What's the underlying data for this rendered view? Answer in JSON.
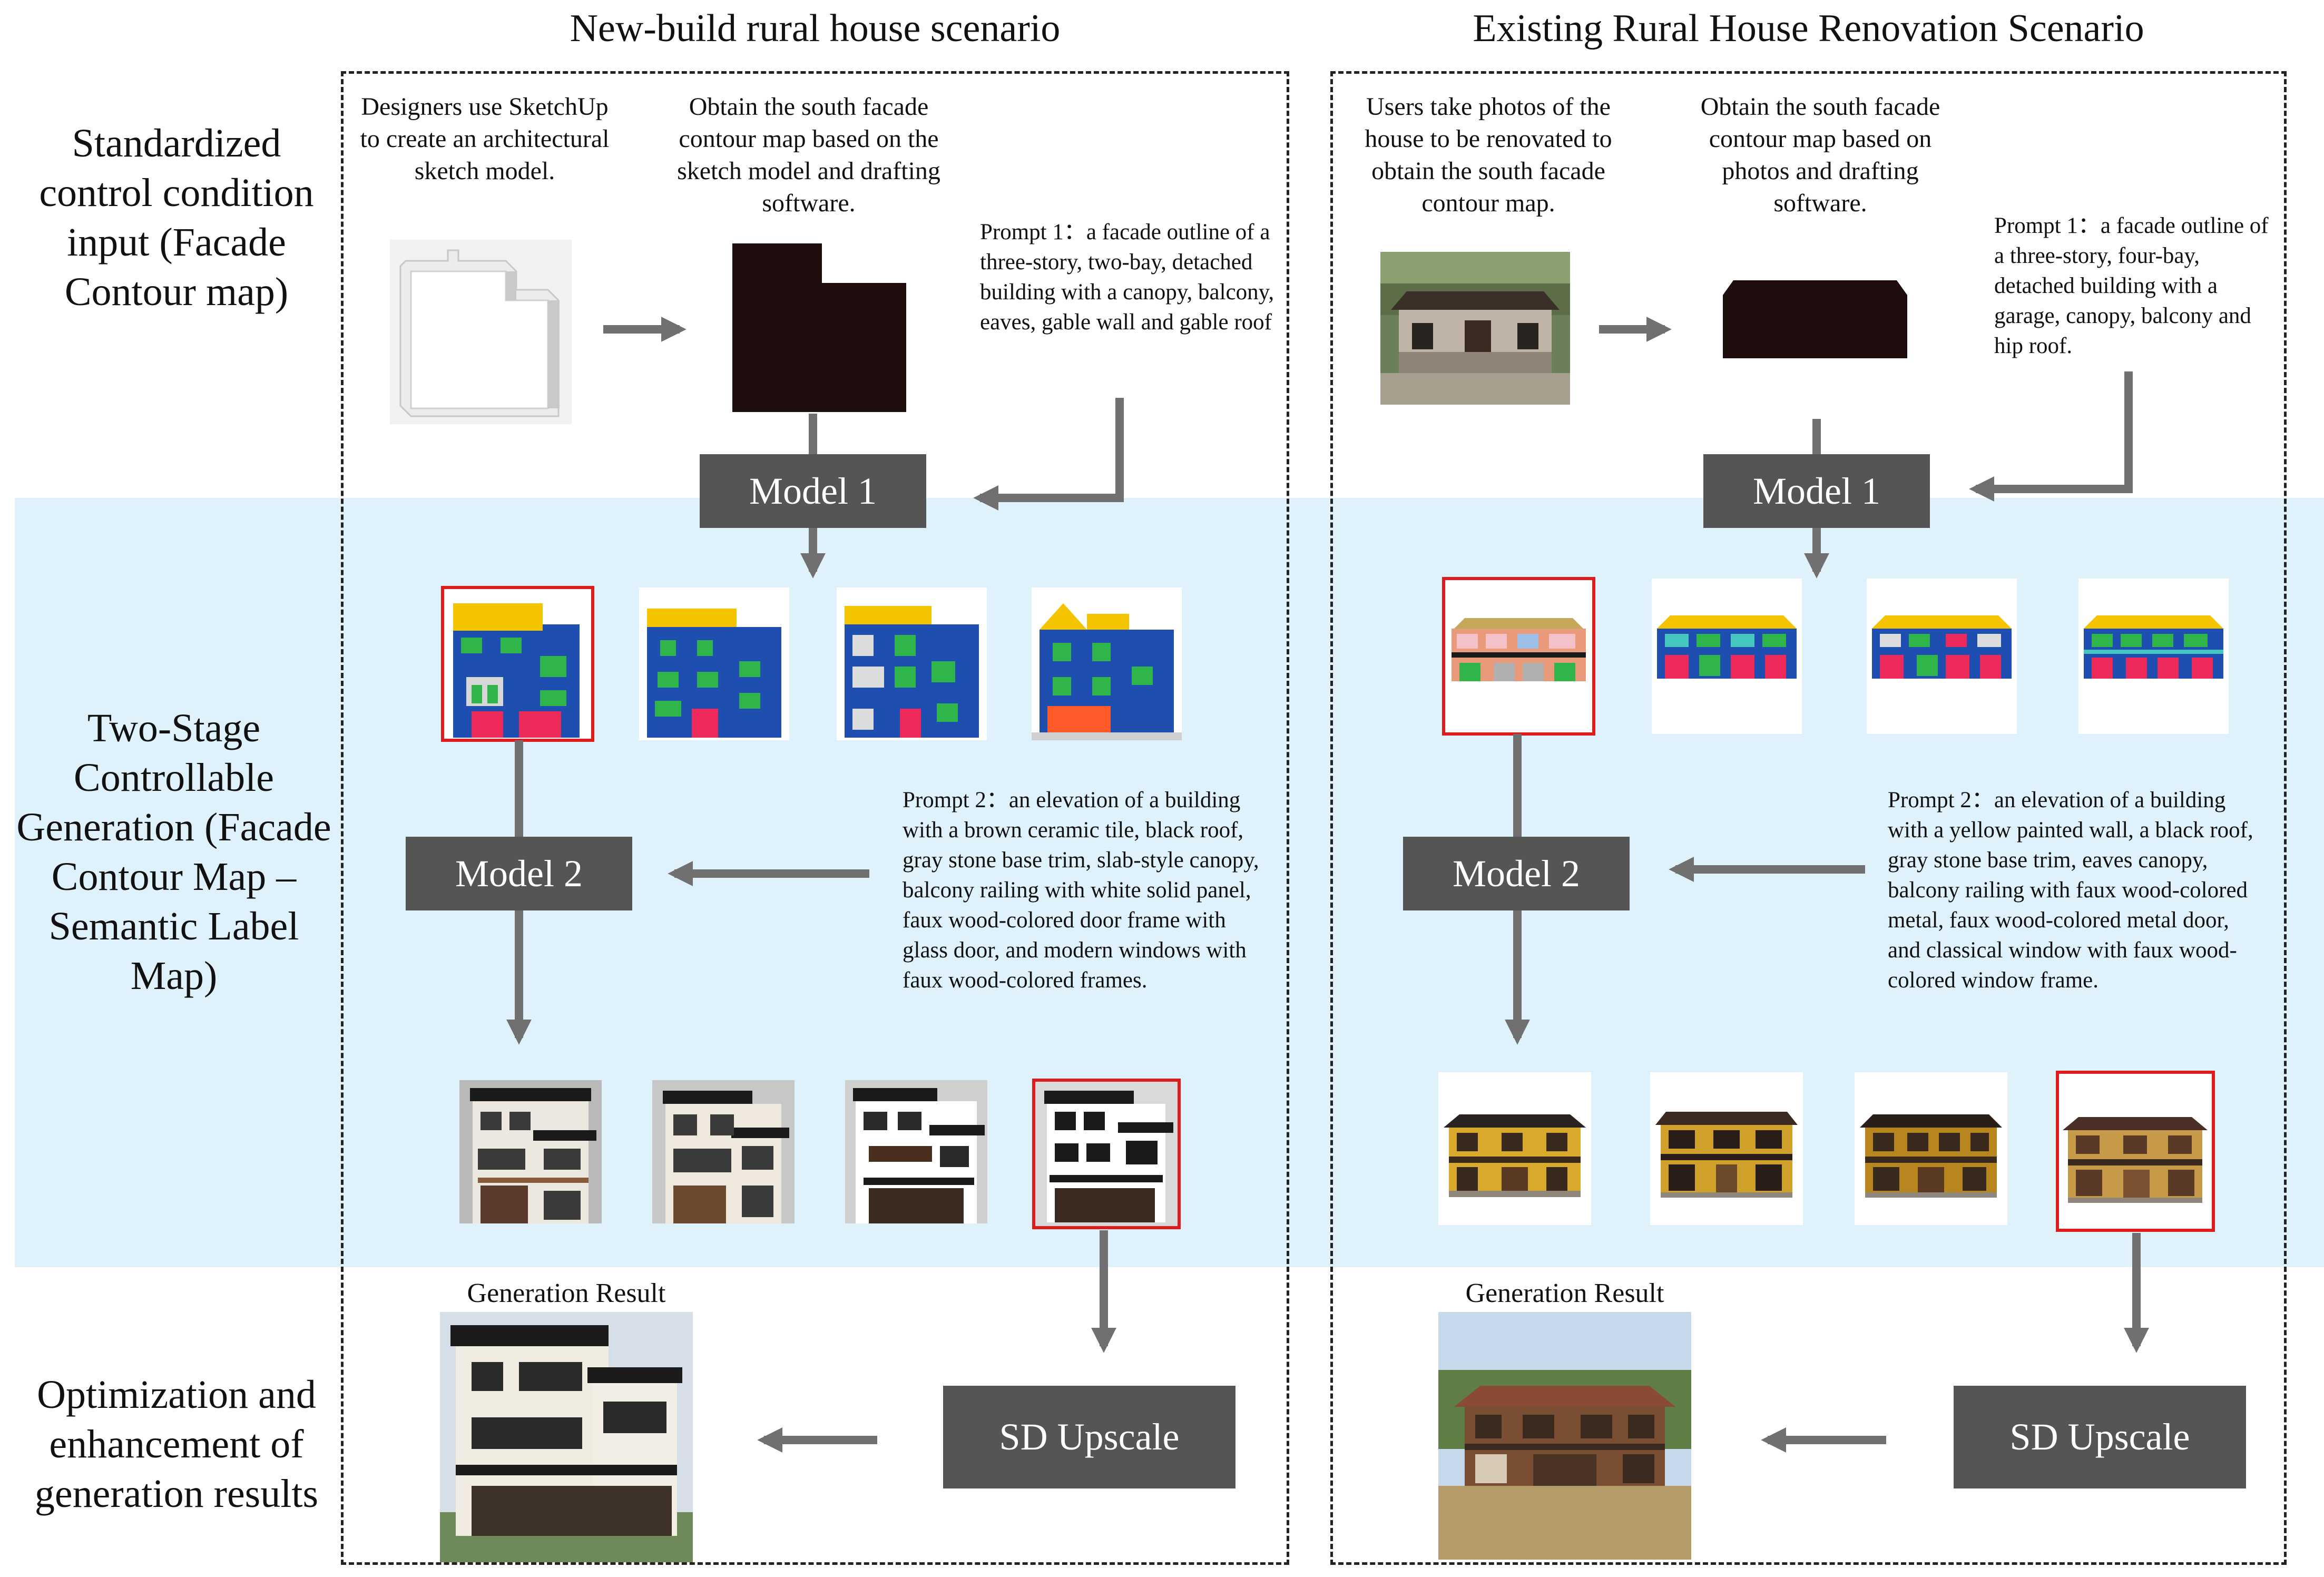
{
  "left": {
    "title": "New-build rural house scenario",
    "step1": "Designers use SketchUp to create an architectural sketch model.",
    "step2": "Obtain the south facade contour map based on the sketch model and drafting software.",
    "prompt1": "Prompt 1：a facade outline of a three-story, two-bay, detached building with a canopy, balcony, eaves, gable wall and gable roof",
    "model1": "Model 1",
    "model2": "Model 2",
    "prompt2": "Prompt 2：an elevation of a building with a brown ceramic tile, black roof, gray stone base trim, slab-style canopy, balcony railing with white solid panel, faux wood-colored door frame with glass door, and modern windows with faux wood-colored frames.",
    "upscale": "SD Upscale",
    "result": "Generation Result"
  },
  "right": {
    "title": "Existing Rural House Renovation Scenario",
    "step1": "Users take photos of the house to be renovated to obtain the south facade contour map.",
    "step2": "Obtain the south facade contour map based on photos and drafting software.",
    "prompt1": "Prompt 1：a facade outline of a three-story, four-bay, detached building with a garage, canopy, balcony and hip roof.",
    "model1": "Model 1",
    "model2": "Model 2",
    "prompt2": "Prompt 2：an elevation of a building with a yellow painted wall, a black roof, gray stone base trim, eaves canopy, balcony railing with faux wood-colored metal, faux wood-colored metal door, and classical window with faux wood-colored window frame.",
    "upscale": "SD Upscale",
    "result": "Generation Result"
  },
  "rows": {
    "row1": "Standardized control condition input (Facade Contour map)",
    "row2": "Two-Stage Controllable Generation (Facade Contour Map – Semantic Label Map)",
    "row3": "Optimization and enhancement of generation results"
  },
  "colors": {
    "band": "#dff2fb",
    "box": "#555555",
    "arrow": "#707070",
    "highlight": "#e01b1b"
  }
}
